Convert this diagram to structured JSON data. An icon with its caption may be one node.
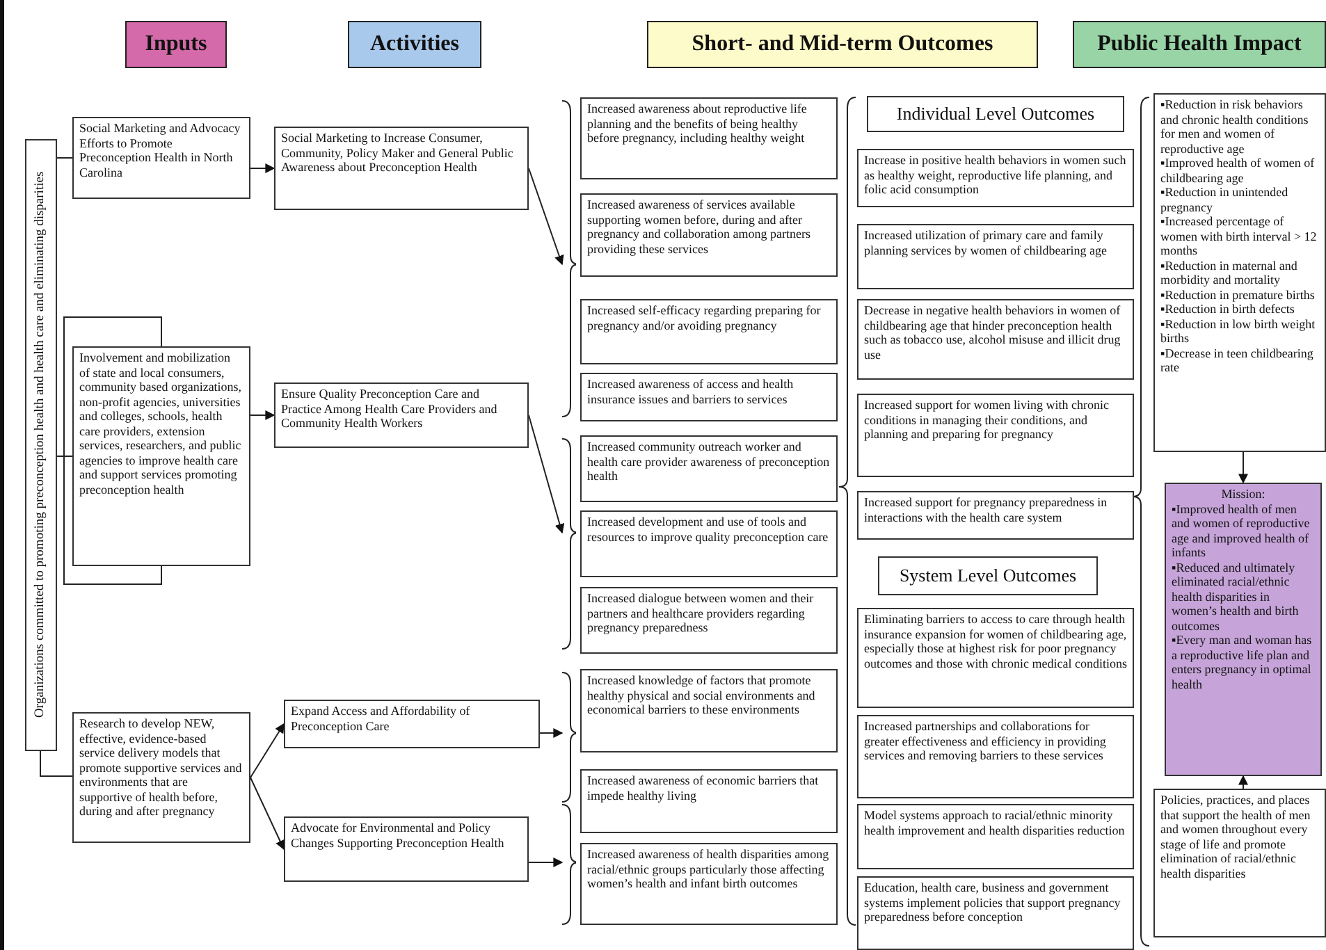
{
  "diagram": {
    "nodes": [
      {
        "text": [
          "Inputs"
        ]
      },
      {
        "text": [
          "Activities"
        ]
      },
      {
        "text": [
          "Short- and Mid-term Outcomes"
        ]
      },
      {
        "text": [
          "Public Health Impact"
        ]
      },
      {
        "text": [
          "Organizations committed to promoting preconception health and health care and eliminating disparities"
        ]
      },
      {
        "text": [
          "Social Marketing and Advocacy Efforts to Promote Preconception Health in North Carolina"
        ]
      },
      {
        "text": [
          "Involvement and mobilization of state and local consumers, community based organizations, non-profit agencies, universities and colleges, schools, health care providers, extension services, researchers, and public agencies to improve health care and support services promoting preconception health"
        ]
      },
      {
        "text": [
          "Research to develop NEW, effective, evidence-based service delivery models that promote supportive services and environments that are supportive of health before, during and after pregnancy"
        ]
      },
      {
        "text": [
          "Social Marketing to Increase Consumer, Community, Policy Maker and General Public Awareness about Preconception Health"
        ]
      },
      {
        "text": [
          "Ensure Quality Preconception Care and Practice Among Health Care Providers and Community Health Workers"
        ]
      },
      {
        "text": [
          "Expand Access and Affordability of Preconception Care"
        ]
      },
      {
        "text": [
          "Advocate for Environmental and Policy Changes Supporting Preconception Health"
        ]
      },
      {
        "text": [
          "Increased awareness about reproductive life planning and the benefits of being healthy before pregnancy, including healthy weight"
        ]
      },
      {
        "text": [
          "Increased awareness of services available supporting women before, during and after pregnancy and collaboration among partners providing these services"
        ]
      },
      {
        "text": [
          "Increased self-efficacy regarding preparing for pregnancy and/or avoiding pregnancy"
        ]
      },
      {
        "text": [
          "Increased awareness of access and health insurance issues and barriers to services"
        ]
      },
      {
        "text": [
          "Increased community outreach worker and health care provider awareness of preconception health"
        ]
      },
      {
        "text": [
          "Increased development and use of tools and resources to improve quality preconception care"
        ]
      },
      {
        "text": [
          "Increased dialogue between women and their partners and healthcare providers regarding pregnancy preparedness"
        ]
      },
      {
        "text": [
          "Increased knowledge of factors that promote healthy physical and social environments and economical barriers to these environments"
        ]
      },
      {
        "text": [
          "Increased awareness of economic barriers that impede healthy living"
        ]
      },
      {
        "text": [
          "Increased awareness of health disparities among racial/ethnic groups particularly those affecting women’s health and infant birth outcomes"
        ]
      },
      {
        "text": [
          "Individual Level Outcomes"
        ]
      },
      {
        "text": [
          "Increase in positive health behaviors in women such as healthy weight, reproductive life planning, and folic acid consumption"
        ]
      },
      {
        "text": [
          "Increased utilization of primary care and family planning services by women of childbearing age"
        ]
      },
      {
        "text": [
          "Decrease in negative health behaviors in women of childbearing age that hinder preconception health such as tobacco use, alcohol misuse and illicit drug use"
        ]
      },
      {
        "text": [
          "Increased support for women living with chronic conditions in managing their conditions, and planning and preparing for pregnancy"
        ]
      },
      {
        "text": [
          "Increased support for pregnancy preparedness in interactions with the health care system"
        ]
      },
      {
        "text": [
          "System Level Outcomes"
        ]
      },
      {
        "text": [
          "Eliminating barriers to access to care through health insurance expansion for women of childbearing age, especially those at highest risk for poor pregnancy outcomes and those with chronic medical conditions"
        ]
      },
      {
        "text": [
          "Increased partnerships and collaborations for greater effectiveness and efficiency in providing services and removing barriers to these services"
        ]
      },
      {
        "text": [
          "Model systems approach to racial/ethnic minority health improvement and health disparities reduction"
        ]
      },
      {
        "text": [
          "Education, health care, business and government systems implement policies that support pregnancy preparedness before conception"
        ]
      },
      {
        "text": [
          "▪Reduction in risk behaviors and chronic health conditions for men and women of reproductive age",
          "▪Improved health of women of childbearing age",
          "▪Reduction in unintended pregnancy",
          "▪Increased percentage of women with birth interval > 12 months",
          "▪Reduction in maternal and morbidity and mortality",
          "▪Reduction in premature births",
          "▪Reduction in birth defects",
          "▪Reduction in low birth weight births",
          "▪Decrease in teen childbearing rate"
        ]
      },
      {
        "text": [
          "Mission:",
          "▪Improved health of men and women of reproductive age and improved health of infants",
          "▪Reduced and ultimately eliminated racial/ethnic health disparities in women’s health and birth outcomes",
          "▪Every man and woman has a reproductive life plan and enters pregnancy in optimal health"
        ]
      },
      {
        "text": [
          "Policies, practices, and places that support the health of men and women throughout every stage of life and promote elimination of racial/ethnic health disparities"
        ]
      },
      {
        "text": [],
        "shape": "brace"
      },
      {
        "text": [],
        "shape": "brace"
      },
      {
        "text": [],
        "shape": "brace"
      },
      {
        "text": [],
        "shape": "brace"
      }
    ],
    "edges": [
      {
        "from": 4,
        "to": 5,
        "arrow": "none"
      },
      {
        "from": 4,
        "to": 6,
        "arrow": "none"
      },
      {
        "from": 4,
        "to": 7,
        "arrow": "none"
      },
      {
        "from": 5,
        "to": 8,
        "arrow": "to"
      },
      {
        "from": 6,
        "to": 9,
        "arrow": "to"
      },
      {
        "from": 7,
        "to": 10,
        "arrow": "to"
      },
      {
        "from": 7,
        "to": 11,
        "arrow": "to"
      },
      {
        "from": 8,
        "to": 36,
        "arrow": "to"
      },
      {
        "from": 9,
        "to": 37,
        "arrow": "to"
      },
      {
        "from": 10,
        "to": 38,
        "arrow": "to"
      },
      {
        "from": 11,
        "to": 39,
        "arrow": "to"
      },
      {
        "from": 33,
        "to": 34,
        "arrow": "to"
      },
      {
        "from": 35,
        "to": 34,
        "arrow": "to"
      }
    ]
  }
}
